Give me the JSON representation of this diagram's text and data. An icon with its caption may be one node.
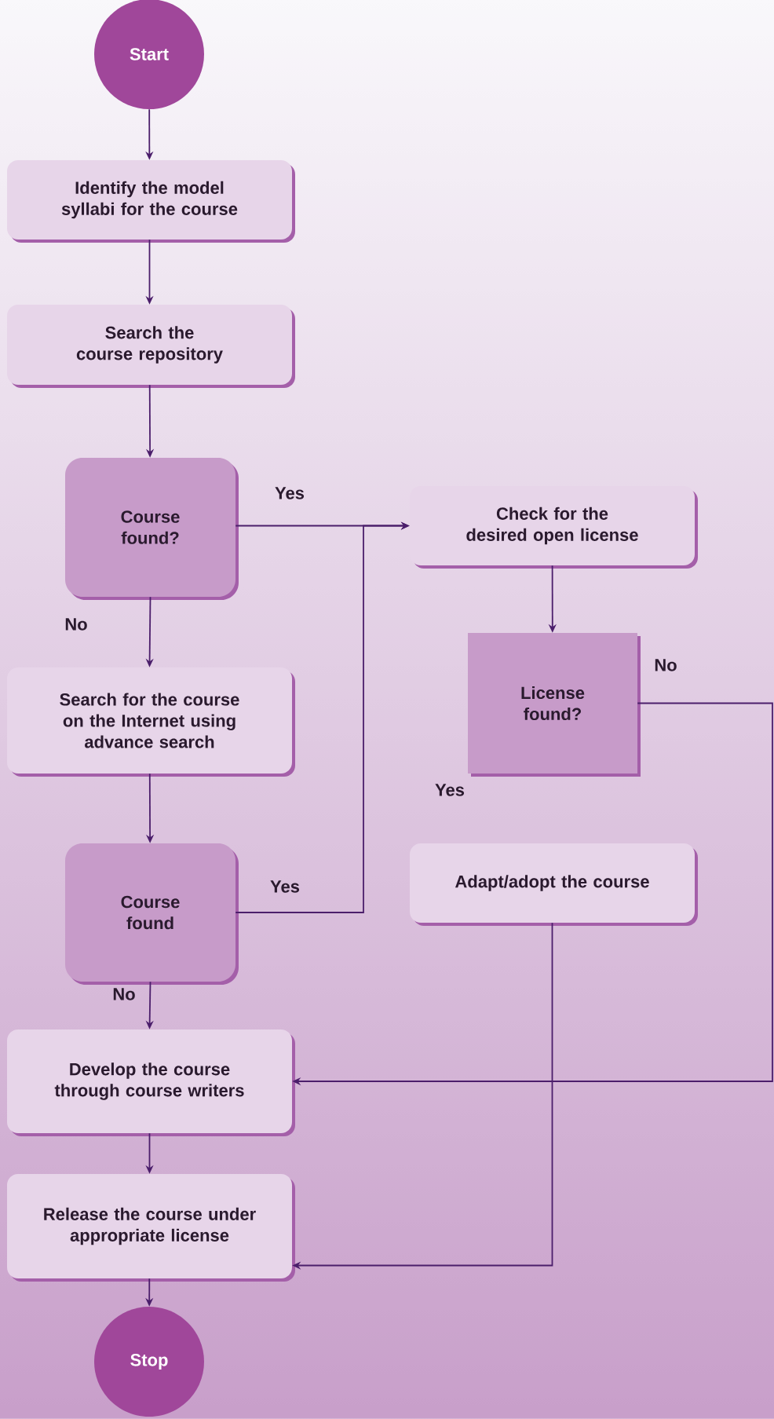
{
  "diagram": {
    "nodes": [
      {
        "text": [
          "Start"
        ]
      },
      {
        "text": [
          "Identify the model syllabi for the course"
        ]
      },
      {
        "text": [
          "Search the course repository"
        ]
      },
      {
        "text": [
          "Course found?"
        ]
      },
      {
        "text": [
          "Check for the desired open license"
        ]
      },
      {
        "text": [
          "License found?"
        ]
      },
      {
        "text": [
          "Search for the course on the Internet using advance search"
        ]
      },
      {
        "text": [
          "Course found"
        ]
      },
      {
        "text": [
          "Adapt/adopt the course"
        ]
      },
      {
        "text": [
          "Develop the course through course writers"
        ]
      },
      {
        "text": [
          "Release the course under appropriate license"
        ]
      },
      {
        "text": [
          "Stop"
        ]
      }
    ],
    "edges": [
      {
        "from": 0,
        "to": 1,
        "arrow": "to"
      },
      {
        "from": 1,
        "to": 2,
        "arrow": "to"
      },
      {
        "from": 2,
        "to": 3,
        "arrow": "to"
      },
      {
        "from": 3,
        "to": 4,
        "arrow": "to",
        "label": "Yes"
      },
      {
        "from": 3,
        "to": 6,
        "arrow": "to",
        "label": "No"
      },
      {
        "from": 4,
        "to": 5,
        "arrow": "to"
      },
      {
        "from": 5,
        "to": 9,
        "arrow": "to",
        "label": "No"
      },
      {
        "from": 6,
        "to": 7,
        "arrow": "to"
      },
      {
        "from": 7,
        "to": 4,
        "arrow": "to",
        "label": "Yes"
      },
      {
        "from": 7,
        "to": 9,
        "arrow": "to",
        "label": "No"
      },
      {
        "from": 9,
        "to": 10,
        "arrow": "to"
      },
      {
        "from": 8,
        "to": 10,
        "arrow": "to"
      },
      {
        "from": 10,
        "to": 11,
        "arrow": "to"
      }
    ],
    "labels": [
      "Yes"
    ]
  }
}
